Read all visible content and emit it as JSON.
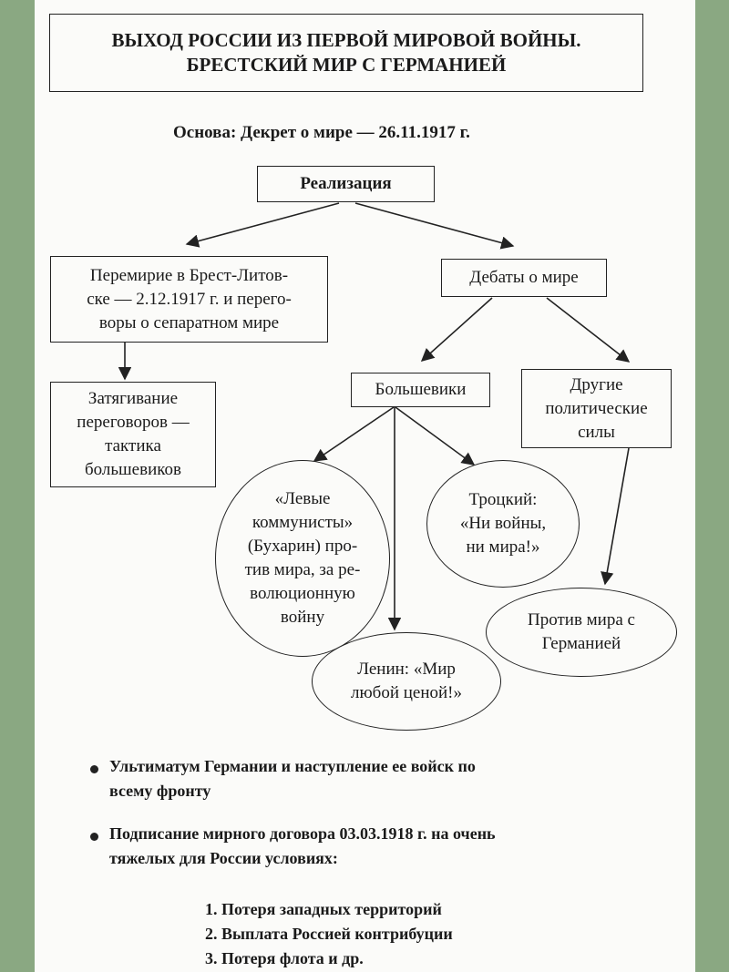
{
  "title": "ВЫХОД РОССИИ ИЗ ПЕРВОЙ МИРОВОЙ ВОЙНЫ.\nБРЕСТСКИЙ МИР С ГЕРМАНИЕЙ",
  "basis": "Основа: Декрет о мире — 26.11.1917 г.",
  "nodes": {
    "realization": "Реализация",
    "armistice": "Перемирие в Брест-Литов-\nске — 2.12.1917 г. и перего-\nворы о сепаратном мире",
    "delay": "Затягивание\nпереговоров —\nтактика\nбольшевиков",
    "debates": "Дебаты о мире",
    "bolsheviks": "Большевики",
    "others": "Другие\nполитические\nсилы",
    "left_communists": "«Левые\nкоммунисты»\n(Бухарин) про-\nтив мира, за ре-\nволюционную\nвойну",
    "trotsky": "Троцкий:\n«Ни войны,\nни мира!»",
    "lenin": "Ленин: «Мир\nлюбой ценой!»",
    "against_peace": "Против мира с\nГерманией"
  },
  "bullets": [
    "Ультиматум Германии и наступление ее войск по\nвсему фронту",
    "Подписание мирного договора 03.03.1918 г. на очень\nтяжелых для России условиях:"
  ],
  "conditions": [
    "1. Потеря западных территорий",
    "2. Выплата Россией контрибуции",
    "3. Потеря флота и др."
  ]
}
